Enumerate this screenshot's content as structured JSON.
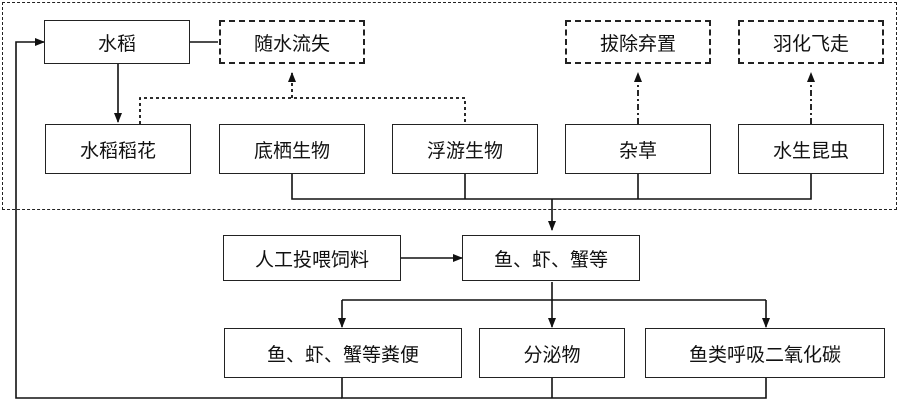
{
  "nodes": {
    "rice": "水稻",
    "rice_flower": "水稻稻花",
    "lost_water": "随水流失",
    "benthic": "底栖生物",
    "plankton": "浮游生物",
    "weeds": "杂草",
    "aquatic_insects": "水生昆虫",
    "pulled_discarded": "拔除弃置",
    "emergence": "羽化飞走",
    "artificial_feed": "人工投喂饲料",
    "fish_shrimp_crab": "鱼、虾、蟹等",
    "feces": "鱼、虾、蟹等粪便",
    "secretions": "分泌物",
    "fish_co2": "鱼类呼吸二氧化碳"
  }
}
